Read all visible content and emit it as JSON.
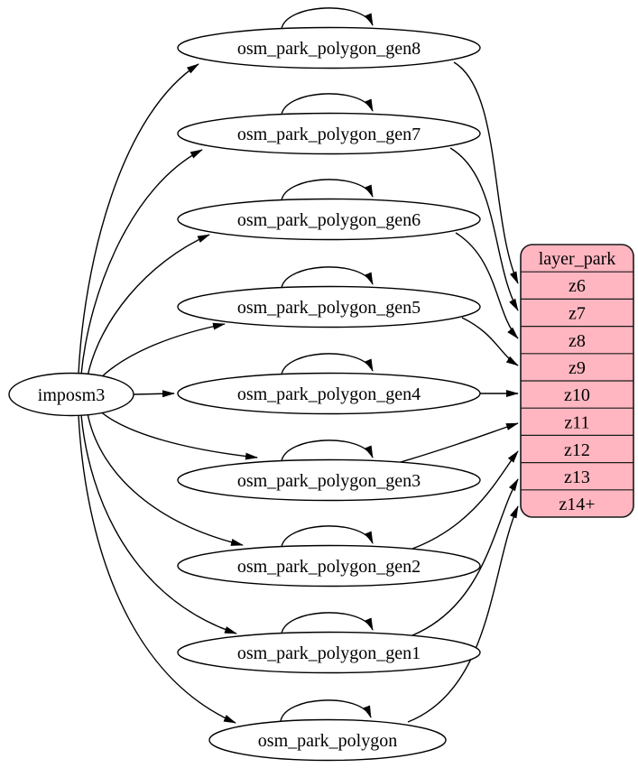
{
  "diagram": {
    "kind": "table-mapping-graph",
    "source": {
      "label": "imposm3"
    },
    "generalized_tables": [
      {
        "label": "osm_park_polygon_gen8",
        "from": "imposm3",
        "to_zoom": "z6",
        "self_loop": true
      },
      {
        "label": "osm_park_polygon_gen7",
        "from": "imposm3",
        "to_zoom": "z7",
        "self_loop": true
      },
      {
        "label": "osm_park_polygon_gen6",
        "from": "imposm3",
        "to_zoom": "z8",
        "self_loop": true
      },
      {
        "label": "osm_park_polygon_gen5",
        "from": "imposm3",
        "to_zoom": "z9",
        "self_loop": true
      },
      {
        "label": "osm_park_polygon_gen4",
        "from": "imposm3",
        "to_zoom": "z10",
        "self_loop": true
      },
      {
        "label": "osm_park_polygon_gen3",
        "from": "imposm3",
        "to_zoom": "z11",
        "self_loop": true
      },
      {
        "label": "osm_park_polygon_gen2",
        "from": "imposm3",
        "to_zoom": "z12",
        "self_loop": true
      },
      {
        "label": "osm_park_polygon_gen1",
        "from": "imposm3",
        "to_zoom": "z13",
        "self_loop": true
      },
      {
        "label": "osm_park_polygon",
        "from": "imposm3",
        "to_zoom": "z14+",
        "self_loop": true
      }
    ],
    "layer": {
      "title": "layer_park",
      "rows": [
        "z6",
        "z7",
        "z8",
        "z9",
        "z10",
        "z11",
        "z12",
        "z13",
        "z14+"
      ]
    },
    "colors": {
      "layer_fill": "#ffb6c1",
      "node_fill": "#ffffff",
      "edge_stroke": "#000000",
      "background": "#ffffff"
    }
  }
}
